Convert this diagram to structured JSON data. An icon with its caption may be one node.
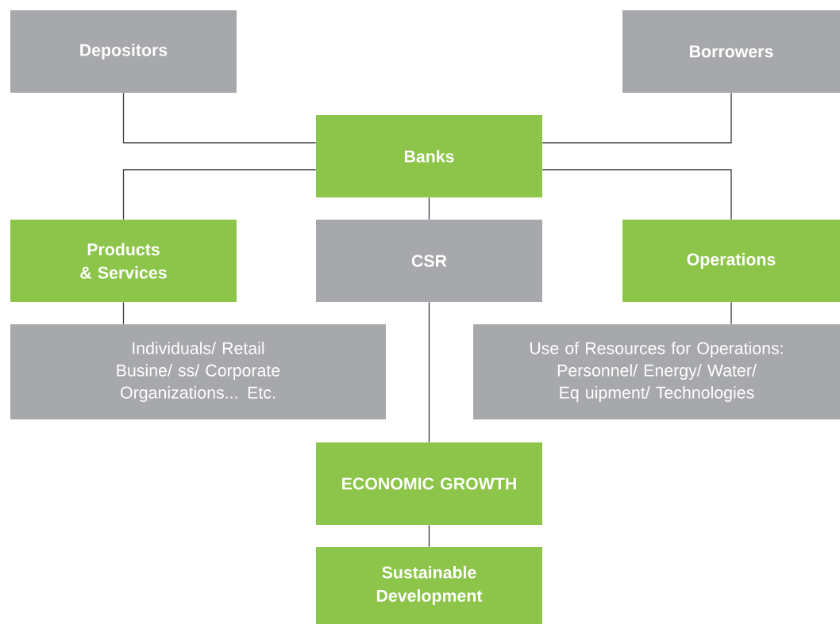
{
  "diagram": {
    "nodes": [
      {
        "text": [
          "Depositors"
        ]
      },
      {
        "text": [
          "Borrowers"
        ]
      },
      {
        "text": [
          "Banks"
        ]
      },
      {
        "text": [
          "Products & Services"
        ]
      },
      {
        "text": [
          "CSR"
        ]
      },
      {
        "text": [
          "Operations"
        ]
      },
      {
        "text": [
          "Individuals/ Retail Busine/ ss/ Corporate Organizations... Etc."
        ]
      },
      {
        "text": [
          "Use of Resources for Operations: Personnel/ Energy/ Water/ Eq uipment/ Technologies"
        ]
      },
      {
        "text": [
          "ECONOMIC GROWTH"
        ]
      },
      {
        "text": [
          "Sustainable Development"
        ]
      }
    ],
    "edges": [
      {
        "from": 0,
        "to": 2,
        "arrow": "none"
      },
      {
        "from": 1,
        "to": 2,
        "arrow": "none"
      },
      {
        "from": 2,
        "to": 3,
        "arrow": "none"
      },
      {
        "from": 2,
        "to": 4,
        "arrow": "none"
      },
      {
        "from": 2,
        "to": 5,
        "arrow": "none"
      },
      {
        "from": 3,
        "to": 6,
        "arrow": "none"
      },
      {
        "from": 5,
        "to": 7,
        "arrow": "none"
      },
      {
        "from": 4,
        "to": 8,
        "arrow": "none"
      },
      {
        "from": 8,
        "to": 9,
        "arrow": "none"
      }
    ]
  }
}
